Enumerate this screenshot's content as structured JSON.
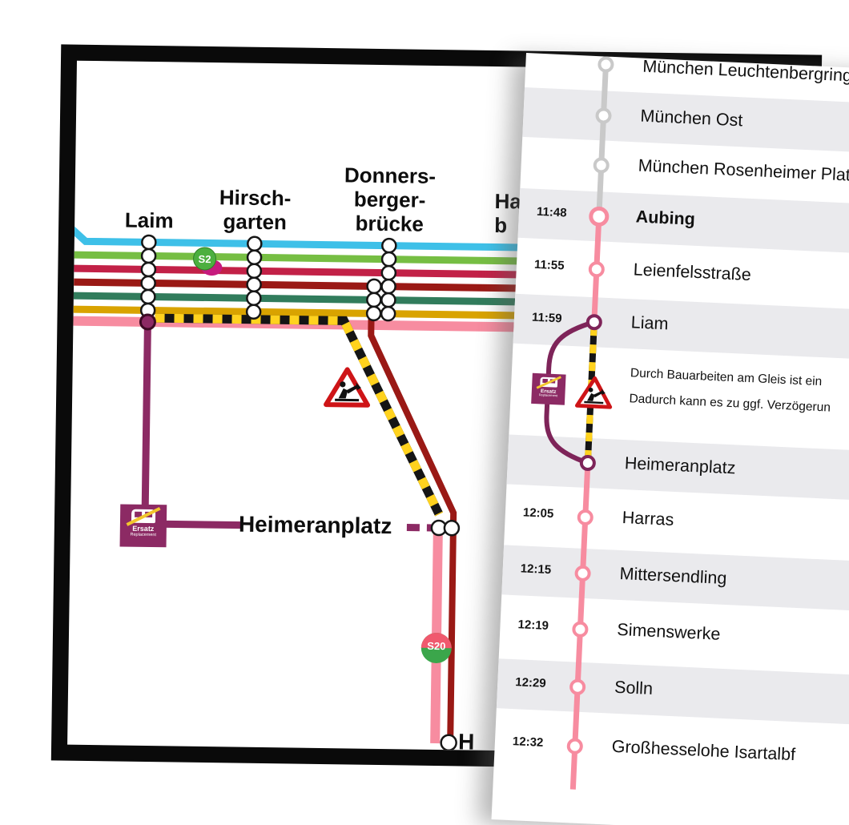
{
  "map": {
    "top_stations": [
      {
        "line1": "Laim",
        "line2": "",
        "line3": ""
      },
      {
        "line1": "Hirsch-",
        "line2": "garten",
        "line3": ""
      },
      {
        "line1": "Donners-",
        "line2": "berger-",
        "line3": "brücke"
      },
      {
        "line1": "Ha",
        "line2": "b",
        "line3": ""
      }
    ],
    "heimeranplatz_label": "Heimeranplatz",
    "bottom_partial_station": "H",
    "s2_badge": "S2",
    "s20_badge": "S20"
  },
  "badges": {
    "ersatz_line1": "Ersatz",
    "ersatz_line2": "Replacement"
  },
  "timetable": {
    "rows": [
      {
        "time": "",
        "station": "München Leuchtenbergring"
      },
      {
        "time": "",
        "station": "München Ost"
      },
      {
        "time": "",
        "station": "München Rosenheimer Platz"
      },
      {
        "time": "11:48",
        "station": "Aubing"
      },
      {
        "time": "11:55",
        "station": "Leienfelsstraße"
      },
      {
        "time": "11:59",
        "station": "Liam"
      },
      {
        "time": "",
        "station": "Heimeranplatz"
      },
      {
        "time": "12:05",
        "station": "Harras"
      },
      {
        "time": "12:15",
        "station": "Mittersendling"
      },
      {
        "time": "12:19",
        "station": "Simenswerke"
      },
      {
        "time": "12:29",
        "station": "Solln"
      },
      {
        "time": "12:32",
        "station": "Großhesselohe Isartalbf"
      }
    ],
    "notice_line1": "Durch Bauarbeiten am Gleis ist ein",
    "notice_line2": "Dadurch kann es zu ggf. Verzögerun"
  },
  "colors": {
    "line_cyan": "#3EC0E8",
    "line_green": "#76BE43",
    "line_crimson": "#C22147",
    "line_darkred": "#9A1915",
    "line_seagreen": "#317C5C",
    "line_amber": "#D9A300",
    "line_pink": "#F78CA0",
    "route_purple": "#8C2A64",
    "detour_purple": "#7E2459",
    "construction_yellow": "#FFD21E",
    "rail_gray": "#C9C9C9",
    "stripe_gray": "#EAEAED"
  }
}
